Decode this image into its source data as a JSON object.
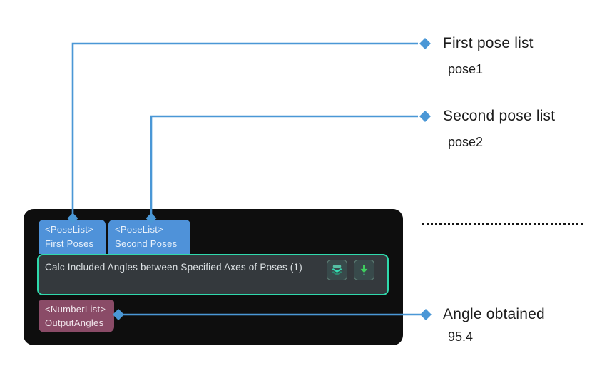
{
  "colors": {
    "accent_blue": "#4a97d6",
    "tab_blue": "#4f92d9",
    "teal_border": "#2fd9ac",
    "output_maroon": "#8a4b67",
    "panel_black": "#0e0e0e",
    "body_gray": "#34393d",
    "button_green": "#3ecf5e",
    "annotation_text": "#1c1c1c"
  },
  "node": {
    "title": "Calc Included Angles between Specified Axes of Poses (1)",
    "inputs": [
      {
        "type": "<PoseList>",
        "label": "First Poses"
      },
      {
        "type": "<PoseList>",
        "label": "Second Poses"
      }
    ],
    "output": {
      "type": "<NumberList>",
      "label": "OutputAngles"
    },
    "buttons": [
      {
        "name": "expand-parameters",
        "icon": "double-chevron-down-icon"
      },
      {
        "name": "insert-output",
        "icon": "down-arrow-with-dot-icon"
      }
    ]
  },
  "annotations": [
    {
      "label": "First pose list",
      "value": "pose1"
    },
    {
      "label": "Second pose list",
      "value": "pose2"
    },
    {
      "label": "Angle obtained",
      "value": "95.4"
    }
  ]
}
